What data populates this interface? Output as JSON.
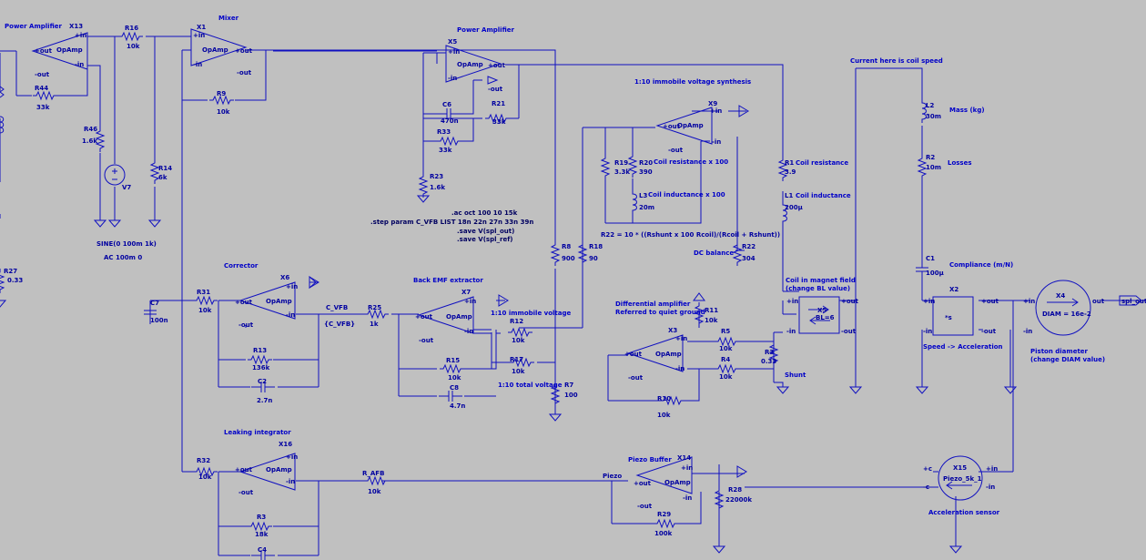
{
  "titles": {
    "power_amp_left": "Power Amplifier",
    "mixer": "Mixer",
    "power_amp_top": "Power Amplifier",
    "synthesis": "1:10 immobile voltage synthesis",
    "coil_speed": "Current here is coil speed",
    "corrector": "Corrector",
    "back_emf": "Back EMF extractor",
    "diff_amp_1": "Differential amplifier",
    "diff_amp_2": "Referred to quiet ground",
    "dc_balance": "DC balance",
    "coil_field_1": "Coil in magnet field",
    "coil_field_2": "(change BL value)",
    "compliance": "Compliance (m/N)",
    "piston_1": "Piston diameter",
    "piston_2": "(change DIAM value)",
    "speed_acc": "Speed -> Acceleration",
    "shunt": "Shunt",
    "immobile_voltage": "1:10 immobile voltage",
    "total_voltage": "1:10 total voltage",
    "leaking": "Leaking integrator",
    "piezo_buffer": "Piezo Buffer",
    "acc_sensor": "Acceleration sensor",
    "mass": "Mass (kg)",
    "losses": "Losses",
    "coil_res": "Coil resistance",
    "coil_ind": "Coil inductance",
    "coil_res_x100": "Coil resistance x 100",
    "coil_ind_x100": "Coil inductance x 100",
    "r22_formula": "R22 = 10 * ((Rshunt x 100 Rcoil)/(Rcoil + Rshunt))"
  },
  "directives": {
    "ac": ".ac oct 100 10 15k",
    "step": ".step param C_VFB LIST 18n 22n 27n 33n 39n",
    "save1": ".save V(spl_out)",
    "save2": ".save V(spl_ref)"
  },
  "source": {
    "name": "V7",
    "sine": "SINE(0 100m 1k)",
    "ac": "AC 100m 0"
  },
  "nets": {
    "c_vfb": "C_VFB",
    "c_vfb_val": "{C_VFB}",
    "piezo": "Piezo",
    "spl_out": "spl_out"
  },
  "pins": {
    "in_p": "+in",
    "in_n": "-in",
    "out_p": "+out",
    "out_n": "-out",
    "out": "out",
    "pc": "+c",
    "nc": "-c",
    "opamp": "OpAmp"
  },
  "opamps": {
    "x13": "X13",
    "x1": "X1",
    "x5": "X5",
    "x9": "X9",
    "x6": "X6",
    "x7": "X7",
    "x3": "X3",
    "x16": "X16",
    "x14": "X14"
  },
  "blocks": {
    "x5b": "X5",
    "bl": "BL=6",
    "x2": "X2",
    "s": "*s",
    "x4": "X4",
    "diam": "DIAM = 16e-2",
    "x15": "X15",
    "piezo_model": "Piezo_5k_1"
  },
  "components": {
    "r16": [
      "R16",
      "10k"
    ],
    "r44": [
      "R44",
      "33k"
    ],
    "r46": [
      "R46",
      "1.6k"
    ],
    "r14": [
      "R14",
      "6k"
    ],
    "r9": [
      "R9",
      "10k"
    ],
    "c6": [
      "C6",
      "470n"
    ],
    "r21": [
      "R21",
      "33k"
    ],
    "r33": [
      "R33",
      "33k"
    ],
    "r23": [
      "R23",
      "1.6k"
    ],
    "r19": [
      "R19",
      "3.3k"
    ],
    "r20": [
      "R20",
      "390"
    ],
    "l3": [
      "L3",
      "20m"
    ],
    "r1": [
      "R1",
      "3.9"
    ],
    "l1": [
      "L1",
      "200µ"
    ],
    "l2": [
      "L2",
      "30m"
    ],
    "r2": [
      "R2",
      "10m"
    ],
    "c1": [
      "C1",
      "100µ"
    ],
    "r8": [
      "R8",
      "900"
    ],
    "r18": [
      "R18",
      "90"
    ],
    "r22": [
      "R22",
      "304"
    ],
    "r27": [
      "R27",
      "0.33"
    ],
    "c7": [
      "C7",
      "100n"
    ],
    "r31": [
      "R31",
      "10k"
    ],
    "r13": [
      "R13",
      "136k"
    ],
    "c2": [
      "C2",
      "2.7n"
    ],
    "r25": [
      "R25",
      "1k"
    ],
    "r12": [
      "R12",
      "10k"
    ],
    "r15": [
      "R15",
      "10k"
    ],
    "r17": [
      "R17",
      "10k"
    ],
    "c8": [
      "C8",
      "4.7n"
    ],
    "r7": [
      "R7",
      "100"
    ],
    "r11": [
      "R11",
      "10k"
    ],
    "r5": [
      "R5",
      "10k"
    ],
    "r4": [
      "R4",
      "10k"
    ],
    "r3": [
      "R3",
      "0.33"
    ],
    "r10": [
      "R10",
      "10k"
    ],
    "r32": [
      "R32",
      "10k"
    ],
    "r3b": [
      "R3",
      "18k"
    ],
    "c4": [
      "C4",
      ""
    ],
    "r_afb": [
      "R_AFB",
      "10k"
    ],
    "r28": [
      "R28",
      "22000k"
    ],
    "r29": [
      "R29",
      "100k"
    ]
  }
}
